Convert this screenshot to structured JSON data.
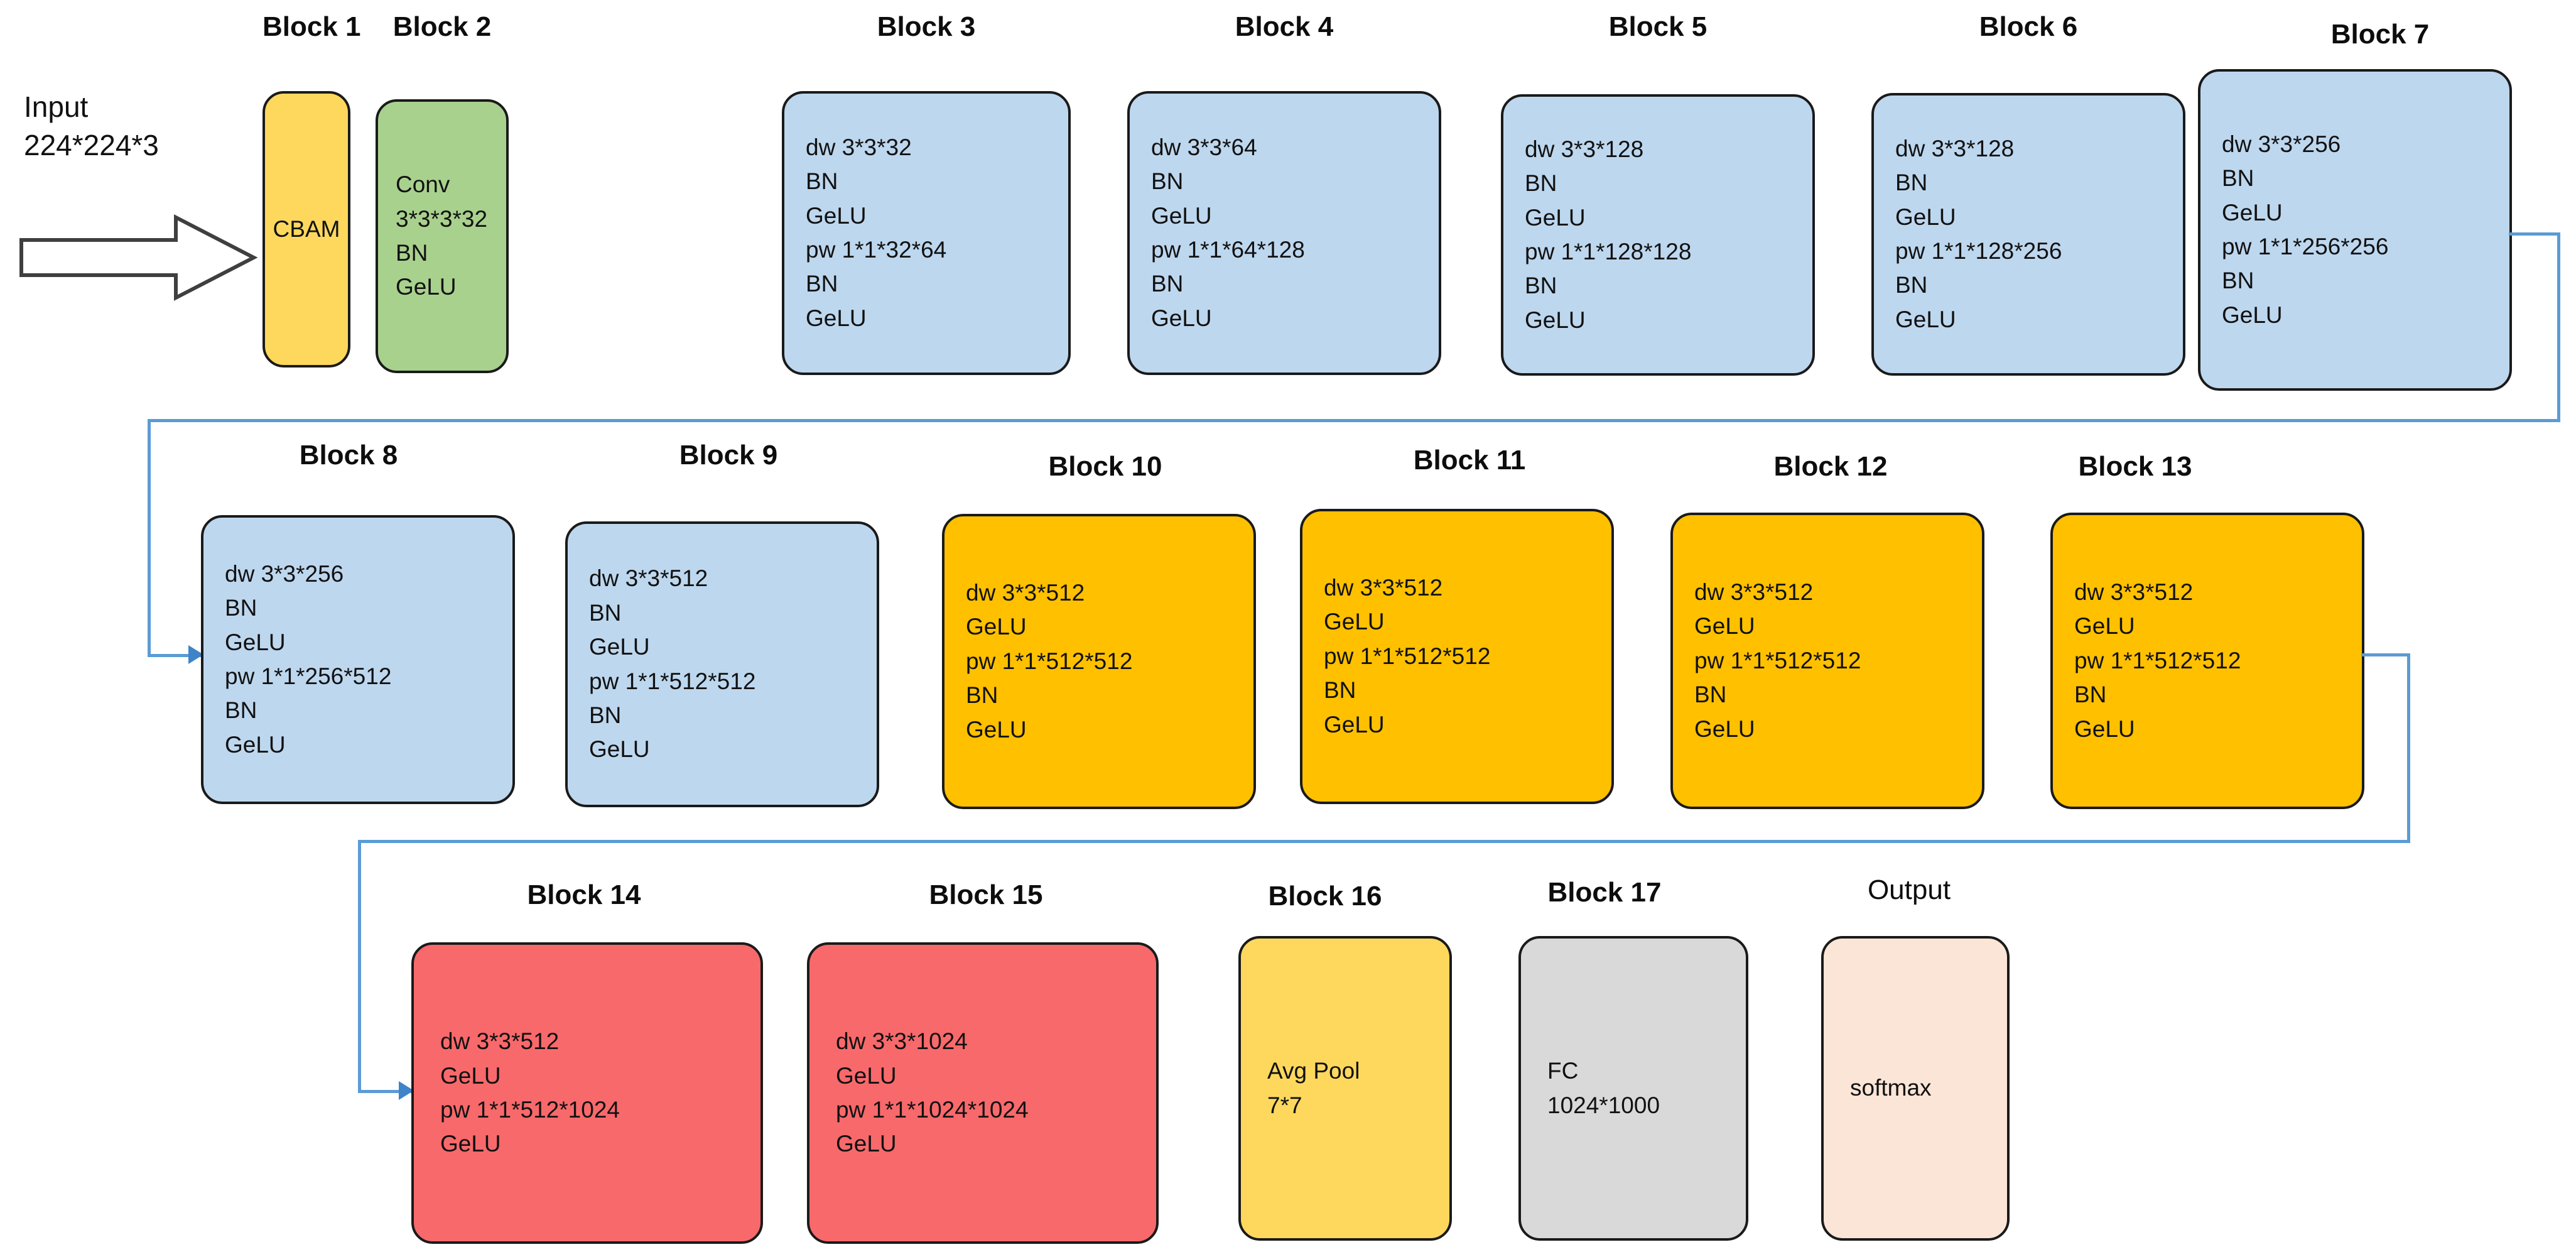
{
  "diagram": {
    "input": {
      "line1": "Input",
      "line2": "224*224*3"
    },
    "arrow_icon": "input-block-arrow",
    "colors": {
      "yellow": "#FDD85D",
      "green": "#A9D18E",
      "blue": "#BDD7EE",
      "orange": "#FFC000",
      "red": "#F8696B",
      "gray": "#D9D9D9",
      "peach": "#FBE5D6",
      "connector": "#5B9BD5",
      "border": "#1A1A1A"
    },
    "rows": [
      {
        "id": "row-1",
        "blocks": [
          {
            "caption": "Block 1",
            "color": "yellow",
            "align": "center",
            "lines": [
              "CBAM"
            ]
          },
          {
            "caption": "Block 2",
            "color": "green",
            "align": "left",
            "lines": [
              "Conv",
              "3*3*3*32",
              "BN",
              "GeLU"
            ]
          },
          {
            "caption": "Block 3",
            "color": "blue",
            "align": "left",
            "lines": [
              "dw 3*3*32",
              "BN",
              "GeLU",
              "pw 1*1*32*64",
              "BN",
              "GeLU"
            ]
          },
          {
            "caption": "Block 4",
            "color": "blue",
            "align": "left",
            "lines": [
              "dw 3*3*64",
              "BN",
              "GeLU",
              "pw 1*1*64*128",
              "BN",
              "GeLU"
            ]
          },
          {
            "caption": "Block 5",
            "color": "blue",
            "align": "left",
            "lines": [
              "dw 3*3*128",
              "BN",
              "GeLU",
              "pw 1*1*128*128",
              "BN",
              "GeLU"
            ]
          },
          {
            "caption": "Block 6",
            "color": "blue",
            "align": "left",
            "lines": [
              "dw 3*3*128",
              "BN",
              "GeLU",
              "pw 1*1*128*256",
              "BN",
              "GeLU"
            ]
          },
          {
            "caption": "Block 7",
            "color": "blue",
            "align": "left",
            "lines": [
              "dw 3*3*256",
              "BN",
              "GeLU",
              "pw 1*1*256*256",
              "BN",
              "GeLU"
            ]
          }
        ]
      },
      {
        "id": "row-2",
        "blocks": [
          {
            "caption": "Block 8",
            "color": "blue",
            "align": "left",
            "lines": [
              "dw 3*3*256",
              "BN",
              "GeLU",
              "pw 1*1*256*512",
              "BN",
              "GeLU"
            ]
          },
          {
            "caption": "Block 9",
            "color": "blue",
            "align": "left",
            "lines": [
              "dw 3*3*512",
              "BN",
              "GeLU",
              "pw 1*1*512*512",
              "BN",
              "GeLU"
            ]
          },
          {
            "caption": "Block 10",
            "color": "orange",
            "align": "left",
            "lines": [
              "dw 3*3*512",
              "GeLU",
              "pw 1*1*512*512",
              "BN",
              "GeLU"
            ]
          },
          {
            "caption": "Block 11",
            "color": "orange",
            "align": "left",
            "lines": [
              "dw 3*3*512",
              "GeLU",
              "pw 1*1*512*512",
              "BN",
              "GeLU"
            ]
          },
          {
            "caption": "Block 12",
            "color": "orange",
            "align": "left",
            "lines": [
              "dw 3*3*512",
              "GeLU",
              "pw 1*1*512*512",
              "BN",
              "GeLU"
            ]
          },
          {
            "caption": "Block 13",
            "color": "orange",
            "align": "left",
            "lines": [
              "dw 3*3*512",
              "GeLU",
              "pw 1*1*512*512",
              "BN",
              "GeLU"
            ]
          }
        ]
      },
      {
        "id": "row-3",
        "blocks": [
          {
            "caption": "Block 14",
            "color": "red",
            "align": "left",
            "lines": [
              "dw 3*3*512",
              "GeLU",
              "pw 1*1*512*1024",
              "GeLU"
            ]
          },
          {
            "caption": "Block 15",
            "color": "red",
            "align": "left",
            "lines": [
              "dw 3*3*1024",
              "GeLU",
              "pw 1*1*1024*1024",
              "GeLU"
            ]
          },
          {
            "caption": "Block 16",
            "color": "yellow",
            "align": "left",
            "lines": [
              "Avg Pool",
              "7*7"
            ]
          },
          {
            "caption": "Block 17",
            "color": "gray",
            "align": "left",
            "lines": [
              "FC",
              "1024*1000"
            ]
          },
          {
            "caption": "Output",
            "color": "peach",
            "align": "left",
            "lines": [
              "softmax"
            ]
          }
        ]
      }
    ]
  }
}
